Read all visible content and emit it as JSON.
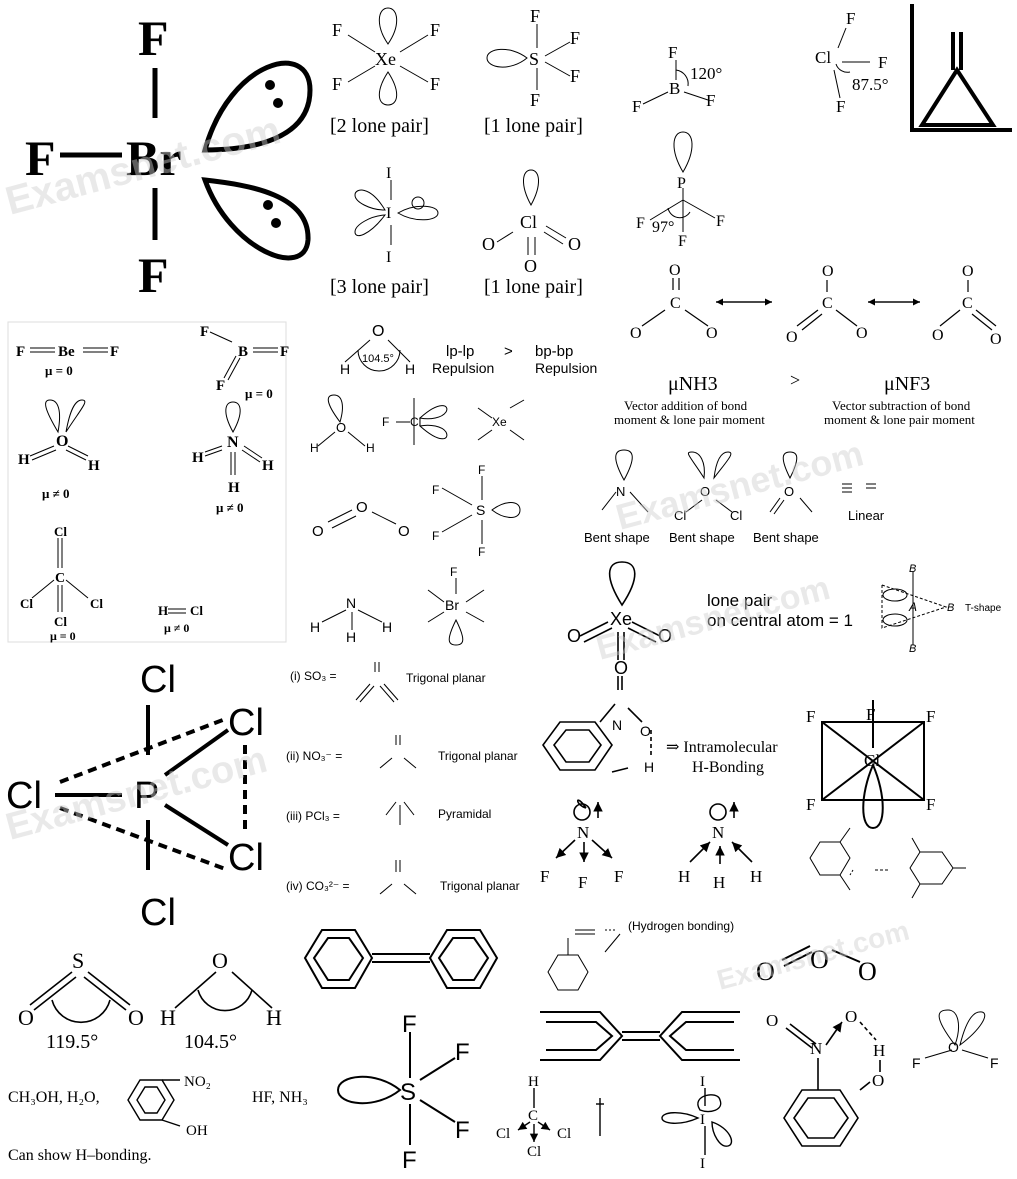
{
  "watermark": "Examsnet.com",
  "brf3": {
    "b": "F",
    "c": "Br",
    "l": "F",
    "t": "F"
  },
  "xef4": {
    "l": "[2 lone pair]",
    "xe": "Xe",
    "f": "F"
  },
  "sf4": {
    "l": "[1 lone pair]",
    "s": "S",
    "f": "F"
  },
  "bf3": {
    "angle": "120°",
    "b": "B",
    "f": "F"
  },
  "clf3": {
    "cl": "Cl",
    "f": "F",
    "angle": "87.5°"
  },
  "i3": {
    "l": "[3 lone pair]",
    "i": "I"
  },
  "clo3": {
    "l": "[1 lone pair]",
    "cl": "Cl",
    "o": "O"
  },
  "pf3": {
    "p": "P",
    "f": "F",
    "angle": "97°"
  },
  "carbonate": {
    "o": "O",
    "c": "C"
  },
  "dipoles": {
    "mu0": "μ = 0",
    "mune": "μ ≠ 0",
    "be": "Be",
    "b": "B",
    "o": "O",
    "n": "N",
    "h": "H",
    "c": "C",
    "cl": "Cl",
    "f": "F",
    "hcl": "H",
    "hclcl": "Cl"
  },
  "water": {
    "angle": "104.5°",
    "lplp": "lp-lp",
    "gt": ">",
    "bpbp": "bp-bp",
    "rep": "Repulsion"
  },
  "mu": {
    "nh3": "μNH3",
    "gt": ">",
    "nf3": "μNF3",
    "t1a": "Vector addition of bond",
    "t1b": "moment & lone pair moment",
    "t2a": "Vector subtraction of bond",
    "t2b": "moment & lone pair moment"
  },
  "shapes": {
    "bent": "Bent shape",
    "linear": "Linear",
    "cl": "Cl",
    "o": "O",
    "n": "N"
  },
  "xeo3": {
    "xe": "Xe",
    "o": "O",
    "lp1": "lone pair",
    "lp2": "on central atom = 1",
    "tshape": "T-shape",
    "a": "A",
    "b": "B"
  },
  "list": {
    "i": "(i) SO₃ =",
    "i_s": "Trigonal planar",
    "ii": "(ii)  NO₃⁻ =",
    "ii_s": "Trigonal planar",
    "iii": "(iii)  PCl₃ =",
    "iii_s": "Pyramidal",
    "iv": "(iv)  CO₃²⁻ =",
    "iv_s": "Trigonal planar"
  },
  "intra": {
    "arrow": "⇒ Intramolecular",
    "hb": "H-Bonding"
  },
  "hbond": "(Hydrogen bonding)",
  "so2": {
    "s": "S",
    "o": "O",
    "angle": "119.5°"
  },
  "h2o": {
    "o": "O",
    "h": "H",
    "angle": "104.5°"
  },
  "hbond_list": {
    "l1": "CH₃OH, H₂O,",
    "no2": "NO₂",
    "oh": "OH",
    "l2": "HF, NH₃",
    "l3": "Can show H–bonding."
  },
  "pcl5": {
    "p": "P",
    "cl": "Cl"
  },
  "clf5": {
    "cl": "Cl",
    "f": "F"
  }
}
